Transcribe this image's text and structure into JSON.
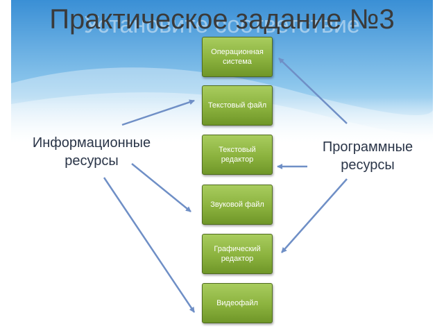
{
  "title": "Практическое задание №3",
  "subtitle": "Установите соответствие",
  "items": [
    "Операционная система",
    "Текстовый файл",
    "Текстовый редактор",
    "Звуковой файл",
    "Графический редактор",
    "Видеофайл"
  ],
  "left_label": "Информационные ресурсы",
  "right_label": "Программные ресурсы",
  "colors": {
    "sky_top": "#3e92d6",
    "sky_light": "#bfe0f5",
    "item_fill": "#8bb23e",
    "arrow": "#6f8fc6"
  }
}
